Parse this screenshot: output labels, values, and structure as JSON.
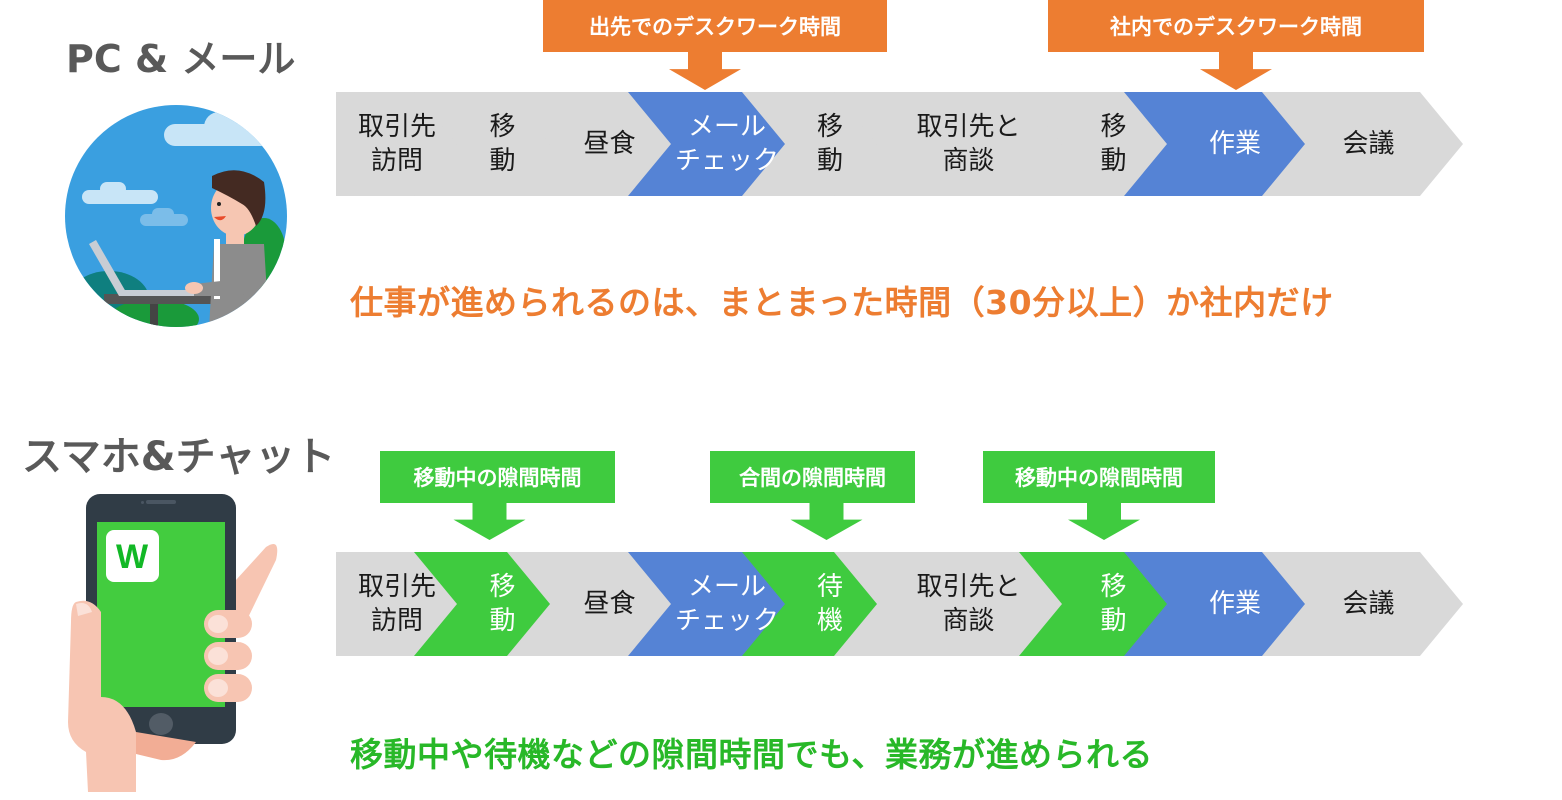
{
  "colors": {
    "gray_segment": "#d9d9d9",
    "blue_segment": "#5583d5",
    "green_segment": "#3fcb3f",
    "orange_callout": "#ed7d31",
    "green_callout": "#3fcb3f",
    "orange_text": "#ed7d31",
    "green_text": "#28b828",
    "title_text": "#595959"
  },
  "sections": [
    {
      "title": "PC & メール",
      "illustration": "person-at-laptop-illustration",
      "callouts": [
        {
          "label": "出先でのデスクワーク時間",
          "color": "orange",
          "target_index": 3
        },
        {
          "label": "社内でのデスクワーク時間",
          "color": "orange",
          "target_index": 7
        }
      ],
      "segments": [
        {
          "label": "取引先\n訪問",
          "color": "gray"
        },
        {
          "label": "移\n動",
          "color": "gray"
        },
        {
          "label": "昼食",
          "color": "gray"
        },
        {
          "label": "メール\nチェック",
          "color": "blue"
        },
        {
          "label": "移\n動",
          "color": "gray"
        },
        {
          "label": "取引先と\n商談",
          "color": "gray"
        },
        {
          "label": "移\n動",
          "color": "gray"
        },
        {
          "label": "作業",
          "color": "blue"
        },
        {
          "label": "会議",
          "color": "gray"
        }
      ],
      "summary": "仕事が進められるのは、まとまった時間（30分以上）か社内だけ",
      "summary_color": "orange"
    },
    {
      "title": "スマホ&チャット",
      "illustration": "hand-holding-smartphone-illustration",
      "app_icon_letter": "W",
      "callouts": [
        {
          "label": "移動中の隙間時間",
          "color": "green",
          "target_index": 1
        },
        {
          "label": "合間の隙間時間",
          "color": "green",
          "target_index": 4
        },
        {
          "label": "移動中の隙間時間",
          "color": "green",
          "target_index": 6
        }
      ],
      "segments": [
        {
          "label": "取引先\n訪問",
          "color": "gray"
        },
        {
          "label": "移\n動",
          "color": "green"
        },
        {
          "label": "昼食",
          "color": "gray"
        },
        {
          "label": "メール\nチェック",
          "color": "blue"
        },
        {
          "label": "待\n機",
          "color": "green"
        },
        {
          "label": "取引先と\n商談",
          "color": "gray"
        },
        {
          "label": "移\n動",
          "color": "green"
        },
        {
          "label": "作業",
          "color": "blue"
        },
        {
          "label": "会議",
          "color": "gray"
        }
      ],
      "summary": "移動中や待機などの隙間時間でも、業務が進められる",
      "summary_color": "green"
    }
  ]
}
